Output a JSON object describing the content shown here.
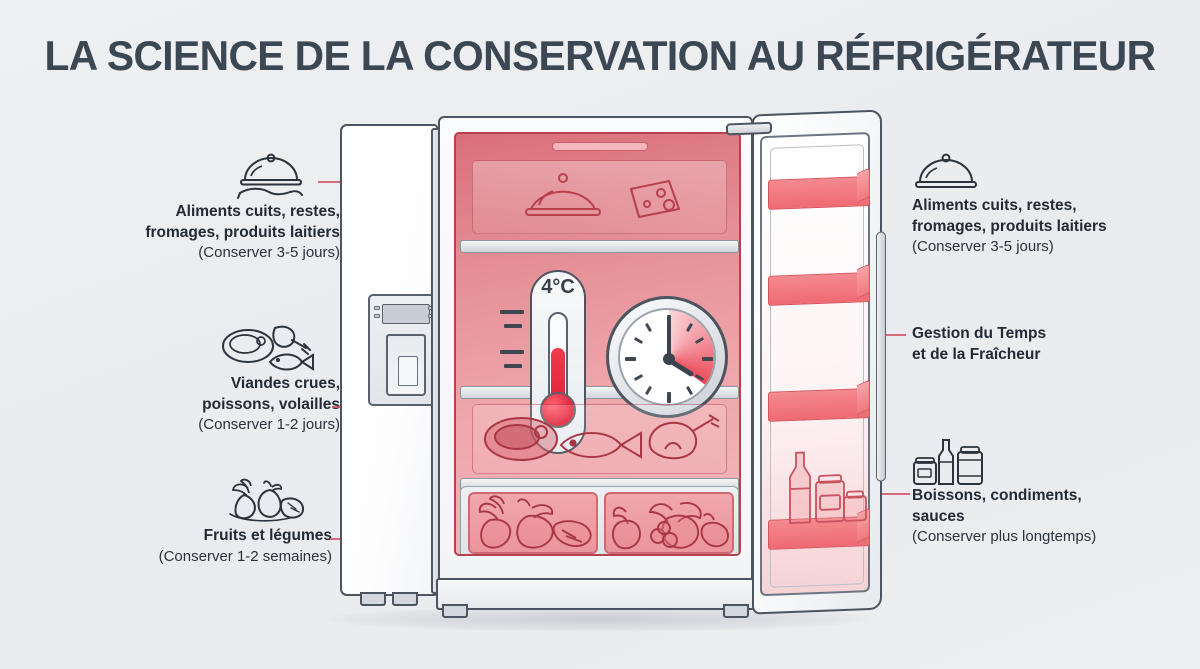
{
  "page": {
    "title": "LA SCIENCE DE LA CONSERVATION AU RÉFRIGÉRATEUR",
    "background_color": "#eceef0",
    "title_color": "#3c4754",
    "accent_color": "#cf3f52",
    "leader_color": "#d6536a",
    "interior_color": "#e58f96"
  },
  "appliance": {
    "name": "réfrigérateur",
    "temperature_display": "4°C",
    "thermometer_label": "4°C"
  },
  "callouts_left": [
    {
      "id": "cooked-foods",
      "icon": "cloche-serving-hand-icon",
      "line1": "Aliments cuits, restes,",
      "line2": "fromages, produits laitiers",
      "duration": "(Conserver 3-5 jours)"
    },
    {
      "id": "raw-meats",
      "icon": "steak-fish-poultry-icon",
      "line1": "Viandes crues,",
      "line2": "poissons, volailles",
      "duration": "(Conserver 1-2 jours)"
    },
    {
      "id": "fruits-vegetables",
      "icon": "fruits-vegetables-icon",
      "line1": "Fruits et légumes",
      "line2": "",
      "duration": "(Conserver 1-2 semaines)"
    }
  ],
  "callouts_right": [
    {
      "id": "cooked-foods-door",
      "icon": "cloche-icon",
      "line1": "Aliments cuits, restes,",
      "line2": "fromages, produits laitiers",
      "duration": "(Conserver 3-5 jours)"
    },
    {
      "id": "time-freshness",
      "icon": "clock-icon",
      "line1": "Gestion du Temps",
      "line2": "et de la Fraîcheur",
      "duration": ""
    },
    {
      "id": "beverages-condiments",
      "icon": "bottles-jars-icon",
      "line1": "Boissons, condiments,",
      "line2": "sauces",
      "duration": "(Conserver plus longtemps)"
    }
  ],
  "shelves": [
    {
      "id": "top-shelf",
      "contents": "cloche, fromage"
    },
    {
      "id": "middle-shelf",
      "contents": "thermomètre, horloge"
    },
    {
      "id": "meat-shelf",
      "contents": "steak, poisson, poulet"
    },
    {
      "id": "crisper-left",
      "contents": "légumes"
    },
    {
      "id": "crisper-right",
      "contents": "fruits"
    }
  ],
  "door_bins": [
    {
      "id": "door-bin-1"
    },
    {
      "id": "door-bin-2"
    },
    {
      "id": "door-bin-3"
    },
    {
      "id": "door-bin-4",
      "contents": "bouteille, bocaux"
    }
  ]
}
